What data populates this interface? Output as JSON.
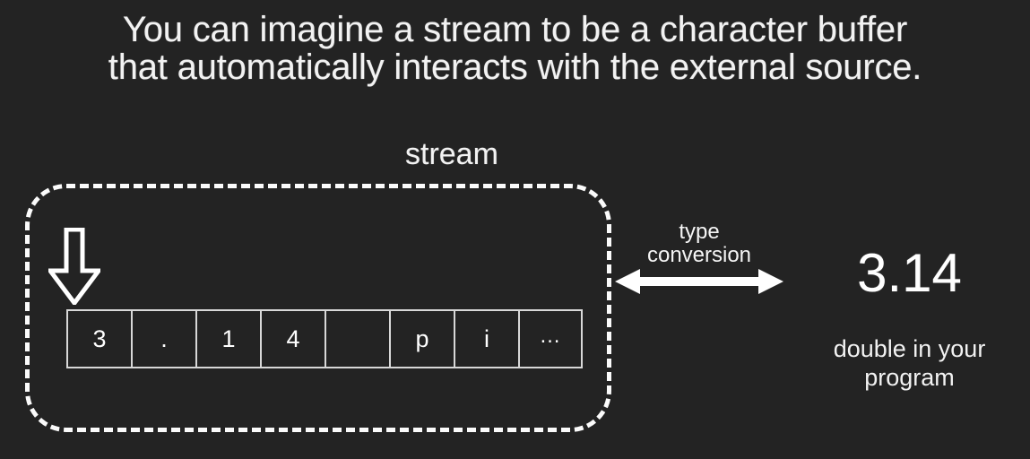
{
  "background_color": "#232323",
  "foreground_color": "#ffffff",
  "heading": {
    "line1": "You can imagine a stream to be a character buffer",
    "line2": "that automatically interacts with the external source."
  },
  "stream": {
    "label": "stream",
    "input_arrow_icon": "down-arrow-icon",
    "buffer": {
      "cells": [
        "3",
        ".",
        "1",
        "4",
        "",
        "p",
        "i",
        "…"
      ]
    }
  },
  "conversion": {
    "label_line1": "type",
    "label_line2": "conversion",
    "arrow_icon": "double-headed-horizontal-arrow-icon"
  },
  "program_value": {
    "value": "3.14",
    "caption_line1": "double in your",
    "caption_line2": "program"
  }
}
